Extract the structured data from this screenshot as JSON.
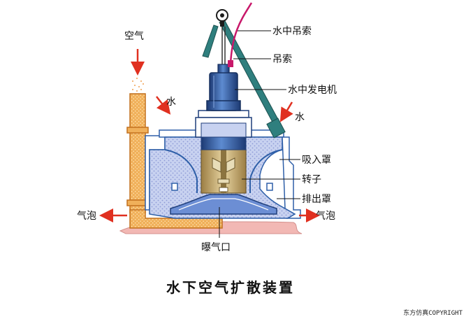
{
  "labels": {
    "air_top": "空气",
    "water_left": "水",
    "water_right": "水",
    "cable_underwater": "水中吊索",
    "cable": "吊索",
    "underwater_generator": "水中发电机",
    "suction_hood": "吸入罩",
    "rotor": "转子",
    "discharge_hood": "排出罩",
    "bubbles_left": "气泡",
    "bubbles_right": "气泡",
    "aeration_port": "曝气口"
  },
  "caption": "水下空气扩散装置",
  "copyright": "东方仿真COPYRIGHT",
  "colors": {
    "pipe_orange": "#E8A24A",
    "pipe_dark": "#C2701E",
    "water_blue": "#C8D2F0",
    "steel_blue": "#2E5FA8",
    "motor_dark": "#1F3E7A",
    "rotor_gold": "#C9A865",
    "seabed_pink": "#F2B8B4",
    "arm_teal": "#2F7F7E",
    "arrow_red": "#E03020",
    "cable_magenta": "#C8186A"
  }
}
